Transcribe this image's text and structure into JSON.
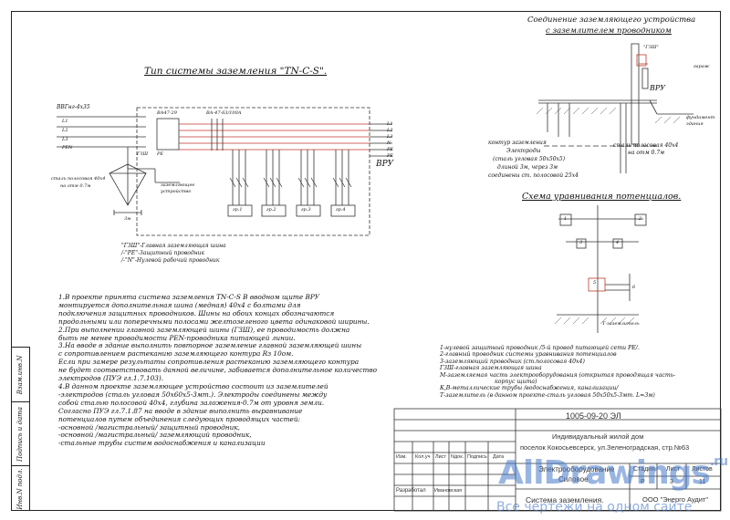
{
  "titles": {
    "main": "Тип системы заземления \"TN-C-S\".",
    "connection_line1": "Соединение заземляющего устройства",
    "connection_line2": "с заземлителем проводником",
    "potential": "Схема уравнивания потенциалов."
  },
  "schema": {
    "cable": "ВВГнг-4х35",
    "breaker1": "ВА47-29",
    "breaker2": "ВА-47-63/100А",
    "phases_in": [
      "L1",
      "L2",
      "L3",
      "PEN"
    ],
    "phases_out": [
      "L1",
      "L2",
      "L3",
      "N",
      "PE",
      "PE"
    ],
    "vru": "ВРУ",
    "gzsh": "ГЗШ",
    "pe_label": "PE",
    "ground_strip": "сталь полосовая 40х4",
    "depth": "на отм 0.7м",
    "ground_device_1": "заземляющее",
    "ground_device_2": "устройство",
    "dim": "3м",
    "group_labels": [
      "гр.1",
      "гр.2",
      "гр.3",
      "гр.4"
    ]
  },
  "legend1": [
    "\"ГЗШ\"-Главная заземляющая шина",
    "/-\"PE\"-Защитный проводник",
    "/-\"N\"-Нулевой рабочий проводник"
  ],
  "connection": {
    "gzsh": "\"ГЗШ\"",
    "vru": "ВРУ",
    "garage": "гараж",
    "foundation1": "фундамент",
    "foundation2": "здания",
    "contour1": "контур заземления",
    "contour2": "Электроды",
    "contour3": "(сталь угловая 50х50х5)",
    "contour4": "длиной 3м, через 3м",
    "contour5": "соединены ст. полосовой 25х4",
    "strip1": "сталь полосовая 40х4",
    "strip2": "на отм 0.7м"
  },
  "potential_scheme": {
    "marks": [
      "1",
      "2",
      "3",
      "4",
      "5",
      "6"
    ],
    "ground_label": "Т-заземлитель"
  },
  "notes": [
    "1.В проекте принята система заземления TN-C-S В вводном щите ВРУ",
    "монтируется дополнительная шина (медная) 40х4 с болтами для",
    "подключения защитных проводников. Шины на обоих концах обозначаются",
    "продольными или поперечными полосами желтозеленого цвета одинаковой ширины.",
    "2.При выполнении главной заземляющей шины (ГЗШ), ее проводимость должна",
    "быть не менее проводимости PEN-проводника питающей линии.",
    "3.На вводе в здание выполнить повторное заземление главной заземляющей шины",
    "с сопротивлением растеканию заземляющего контура Rз 10ом.",
    "Если при замере результаты сопротивления растеканию заземляющего контура",
    "не будет соответствовать данной величине, забивается дополнительное количество",
    "электродов (ПУЭ гл.1.7.103).",
    "4.В данном проекте заземляющее устройство состоит из заземлителей",
    "-электродов (сталь угловая 50х60х5-3мт.). Электроды соединены между",
    "собой сталью полосовой 40х4, глубина заложения-0.7м от уровня земли.",
    "Согласно ПУЭ гл.7.1.87 на вводе в здание выполнить выравнивание",
    "потенциалов путем объединения следующих проводящих частей:",
    "-основной /магистральный/ защитный проводник,",
    "-основной /магистральный/ заземляющий проводник,",
    "-стальные трубы систем водоснабжения и канализации"
  ],
  "legend2": [
    "1-нулевой защитный проводник /5-й провод питающей сети PE/.",
    "2-главный проводник системы уравнивания потенциалов",
    "3-заземляющий проводник (ст.полосовая 40х4)",
    "ГЗШ-главная заземляющая шина",
    "М-заземляемая часть электрооборудования (открытая проводящая часть-",
    "корпус щита)",
    "К,В-металлические трубы /водоснабжения, канализации/",
    "Т-заземлитель (в данном проекте-сталь угловая 50х50х5-3мт. L=3м)"
  ],
  "side_stamp": [
    "Инв.N подл.",
    "Подпись и дата",
    "Взам.инв.N"
  ],
  "title_block": {
    "code": "1005-09-20 ЭЛ",
    "object1": "Индивидуальный жилой дом",
    "object2": "поселок Кокосьевсерск, ул.Зеленоградская, стр.№63",
    "headers": [
      "Изм.",
      "Кол.уч",
      "Лист",
      "Nдок.",
      "Подпись",
      "Дата"
    ],
    "role": "Разработал",
    "person": "Ивановская",
    "section1": "Электрооборудование",
    "section2": "Силовое",
    "stage_headers": [
      "Стадия",
      "Лист",
      "Листов"
    ],
    "stage": "Р",
    "sheet": "3",
    "sheets": "11",
    "sheet_name": "Система заземления.",
    "company": "ООО \"Энерго Аудит\""
  },
  "watermark": {
    "brand": "AllDrawings",
    "tld": ".ru",
    "tagline": "Все чертежи на одном сайте"
  }
}
